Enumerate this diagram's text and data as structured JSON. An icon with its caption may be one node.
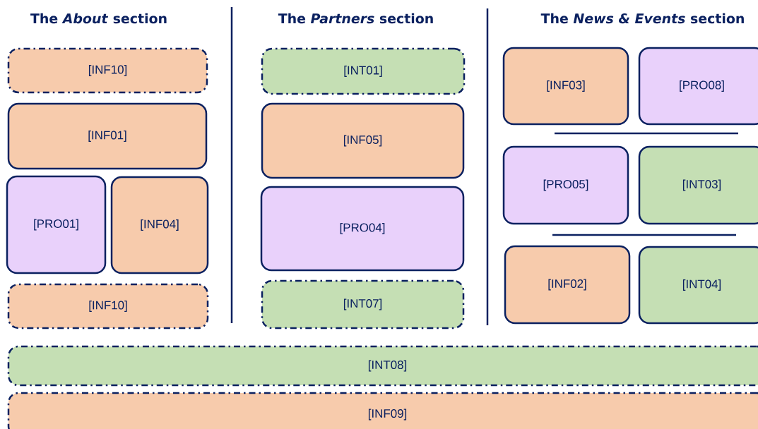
{
  "diagram": {
    "nodes": [
      {
        "text": [
          "[INF10]"
        ]
      },
      {
        "text": [
          "[INF01]"
        ]
      },
      {
        "text": [
          "[PRO01]"
        ]
      },
      {
        "text": [
          "[INF04]"
        ]
      },
      {
        "text": [
          "[INF10]"
        ]
      },
      {
        "text": [
          "[INT01]"
        ]
      },
      {
        "text": [
          "[INF05]"
        ]
      },
      {
        "text": [
          "[PRO04]"
        ]
      },
      {
        "text": [
          "[INT07]"
        ]
      },
      {
        "text": [
          "[INF03]"
        ]
      },
      {
        "text": [
          "[PRO08]"
        ]
      },
      {
        "text": [
          "[PRO05]"
        ]
      },
      {
        "text": [
          "[INT03]"
        ]
      },
      {
        "text": [
          "[INF02]"
        ]
      },
      {
        "text": [
          "[INT04]"
        ]
      },
      {
        "text": [
          "[INT08]"
        ]
      },
      {
        "text": [
          "[INF09]"
        ]
      }
    ],
    "labels": [
      "The *About* section",
      "The *Partners* section",
      "The *News & Events* section"
    ]
  }
}
